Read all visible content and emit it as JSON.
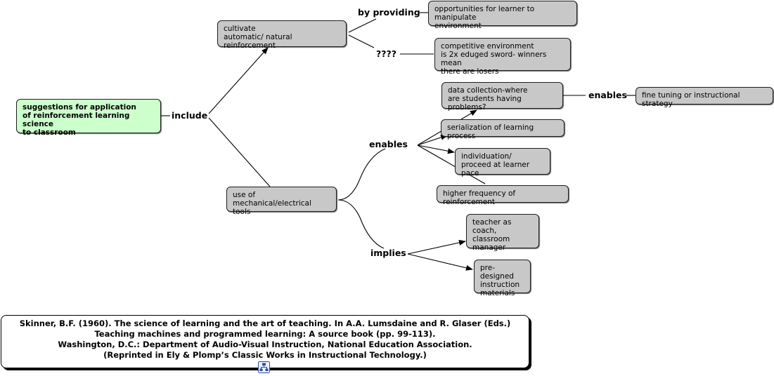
{
  "root": {
    "text": "suggestions for application\nof reinforcement learning science\nto classroom"
  },
  "labels": {
    "include": "include",
    "by_providing": "by providing",
    "unknown": "????",
    "enables_tools": "enables",
    "enables_data": "enables",
    "implies": "implies"
  },
  "nodes": {
    "cultivate": "cultivate\nautomatic/ natural reinforcement",
    "opportunities": "opportunities for learner to manipulate\nenvironment",
    "competitive": "competitive environment\nis 2x eduged sword- winners mean\nthere are losers",
    "tools": "use of mechanical/electrical\ntools",
    "data_collection": "data collection-where\nare students having problems?",
    "fine_tuning": "fine tuning or instructional strategy",
    "serialization": "serialization of learning process",
    "individuation": "individuation/\nproceed at learner pace",
    "higher_frequency": "higher frequency of reinforcement",
    "teacher_coach": "teacher as\ncoach, classroom\nmanager",
    "predesigned": "pre-designed\ninstruction\nmaterials"
  },
  "citation": {
    "text": "Skinner, B.F. (1960). The science of learning and the art of teaching. In A.A. Lumsdaine and R. Glaser (Eds.)\nTeaching machines and programmed learning: A source book (pp. 99-113).\nWashington, D.C.: Department of Audio-Visual Instruction, National Education Association.\n(Reprinted in Ely & Plomp’s Classic Works in Instructional Technology.)"
  },
  "icons": {
    "map": "concept-map-icon"
  },
  "colors": {
    "root_fill": "#ccffcc",
    "node_fill": "#c8c8c8",
    "line": "#000000"
  }
}
